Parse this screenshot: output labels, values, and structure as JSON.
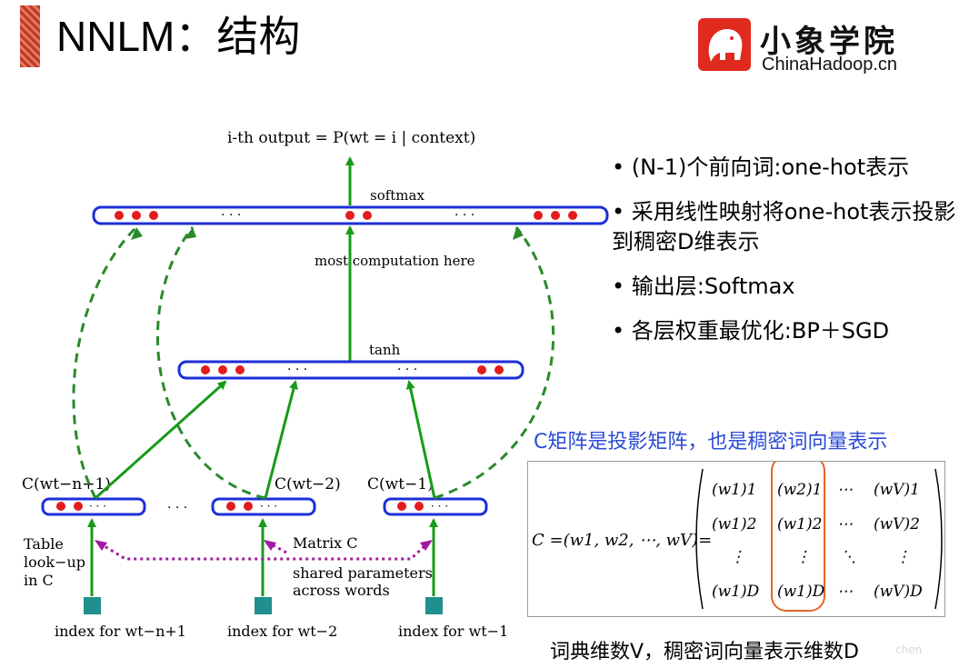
{
  "header": {
    "title": "NNLM：结构"
  },
  "logo": {
    "name": "小象学院",
    "url": "ChinaHadoop.cn"
  },
  "diagram": {
    "output_formula": "i-th output = P(wt = i | context)",
    "softmax_label": "softmax",
    "tanh_label": "tanh",
    "computation_label": "most computation here",
    "dots": "· · ·",
    "c_nodes": [
      {
        "label": "C(wt−n+1)",
        "index": "index for wt−n+1"
      },
      {
        "label": "C(wt−2)",
        "index": "index for wt−2"
      },
      {
        "label": "C(wt−1)",
        "index": "index for wt−1"
      }
    ],
    "table_lookup": [
      "Table",
      "look−up",
      "in C"
    ],
    "matrix_label": "Matrix C",
    "shared_label": [
      "shared parameters",
      "across words"
    ]
  },
  "bullets": [
    "• (N-1)个前向词:one-hot表示",
    "• 采用线性映射将one-hot表示投影到稠密D维表示",
    "• 输出层:Softmax",
    "• 各层权重最优化:BP＋SGD"
  ],
  "matrix": {
    "caption": "C矩阵是投影矩阵，也是稠密词向量表示",
    "lhs": "C =(w1, w2, ⋯, wV)=",
    "rows": [
      [
        "(w1)1",
        "(w2)1",
        "⋯",
        "(wV)1"
      ],
      [
        "(w1)2",
        "(w1)2",
        "⋯",
        "(wV)2"
      ],
      [
        "⋮",
        "⋮",
        "⋱",
        "⋮"
      ],
      [
        "(w1)D",
        "(w1)D",
        "⋯",
        "(wV)D"
      ]
    ],
    "highlight_color": "#e8632c"
  },
  "footer": {
    "dim_caption": "词典维数V，稠密词向量表示维数D",
    "watermark": "chen"
  },
  "colors": {
    "layer_border": "#1c2fd8",
    "neuron": "#e21b1b",
    "arrow_green": "#1a9a1a",
    "dashed_green": "#2a8a2a",
    "shared_purple": "#a01aa0",
    "index_square": "#1f8f8f"
  }
}
